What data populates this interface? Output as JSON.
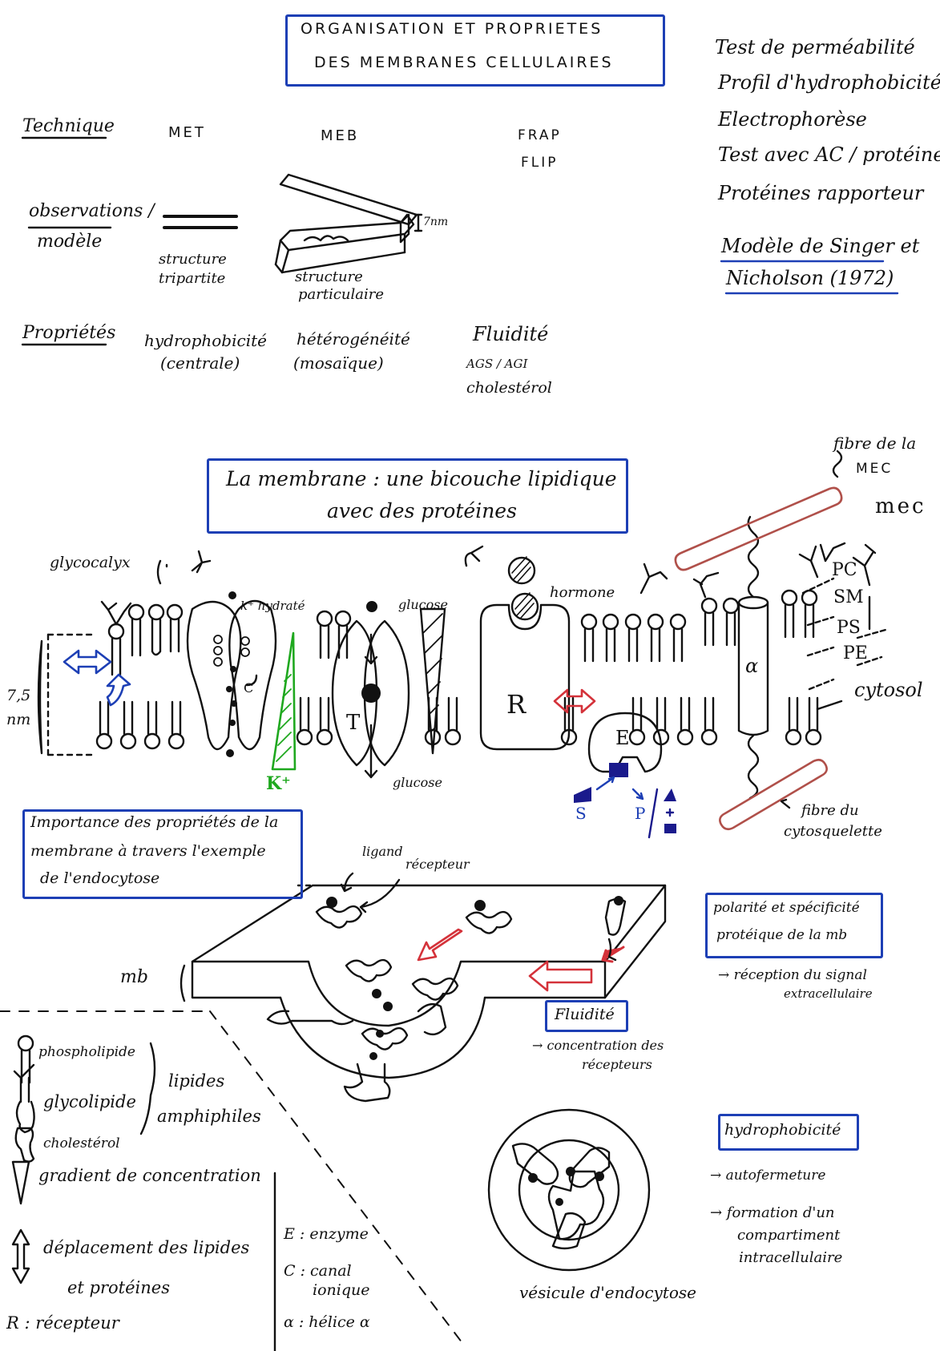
{
  "title": {
    "line1": "ORGANISATION ET PROPRIETES",
    "line2": "DES MEMBRANES CELLULAIRES"
  },
  "techniques_right": [
    "Test de perméabilité",
    "Profil d'hydrophobicité",
    "Electrophorèse",
    "Test avec AC / protéines",
    "Protéines rapporteur"
  ],
  "model": {
    "line1": "Modèle de Singer et",
    "line2": "Nicholson (1972)"
  },
  "table": {
    "row_technique": "Technique",
    "col_met": "MET",
    "col_meb": "MEB",
    "col_frap": "FRAP",
    "col_flip": "FLIP",
    "row_observations": "observations /",
    "row_modele": "modèle",
    "met_obs_1": "structure",
    "met_obs_2": "tripartite",
    "meb_obs_1": "structure",
    "meb_obs_2": "particulaire",
    "meb_dim": "7nm",
    "row_proprietes": "Propriétés",
    "prop_met_1": "hydrophobicité",
    "prop_met_2": "(centrale)",
    "prop_meb_1": "hétérogénéité",
    "prop_meb_2": "(mosaïque)",
    "prop_frap_1": "Fluidité",
    "prop_frap_2": "AGS / AGI",
    "prop_frap_3": "cholestérol"
  },
  "section_title": {
    "line1": "La membrane : une bicouche lipidique",
    "line2": "avec des protéines"
  },
  "membrane_labels": {
    "fibre_mec_1": "fibre de la",
    "fibre_mec_2": "MEC",
    "mec": "mec",
    "glycocalyx": "glycocalyx",
    "k_hydrate": "k⁺ hydraté",
    "glucose_top": "glucose",
    "hormone": "hormone",
    "pc": "PC",
    "sm": "SM",
    "ps": "PS",
    "pe": "PE",
    "cytosol": "cytosol",
    "thickness_1": "7,5",
    "thickness_2": "nm",
    "glucose_bottom": "glucose",
    "k_plus": "K⁺",
    "t_label": "T",
    "r_label": "R",
    "e_label": "E",
    "c_label": "C",
    "alpha_label": "α",
    "s_label": "S",
    "p_label": "P",
    "fibre_cyto_1": "fibre du",
    "fibre_cyto_2": "cytosquelette"
  },
  "importance": {
    "line1": "Importance des propriétés de la",
    "line2": "membrane à travers l'exemple",
    "line3": "de l'endocytose"
  },
  "endocytosis": {
    "ligand": "ligand",
    "recepteur": "récepteur",
    "mb": "mb",
    "polarite_1": "polarité et spécificité",
    "polarite_2": "protéique de la mb",
    "reception_1": "→ réception du signal",
    "reception_2": "extracellulaire",
    "fluidite": "Fluidité",
    "concentration_1": "→ concentration des",
    "concentration_2": "récepteurs",
    "hydrophobicite": "hydrophobicité",
    "autofermeture": "→ autofermeture",
    "formation_1": "→ formation d'un",
    "formation_2": "compartiment",
    "formation_3": "intracellulaire",
    "vesicule": "vésicule d'endocytose"
  },
  "legend": {
    "phospholipide": "phospholipide",
    "glycolipide": "glycolipide",
    "cholesterol": "cholestérol",
    "lipides_1": "lipides",
    "lipides_2": "amphiphiles",
    "gradient": "gradient de concentration",
    "deplacement_1": "déplacement des lipides",
    "deplacement_2": "et protéines",
    "recepteur": "R : récepteur",
    "enzyme": "E : enzyme",
    "canal_1": "C : canal",
    "canal_2": "ionique",
    "helice": "α : hélice α"
  },
  "colors": {
    "blue": "#1d3fb5",
    "red": "#b0504a",
    "green": "#1fa81f",
    "navy": "#1a1a8c"
  }
}
